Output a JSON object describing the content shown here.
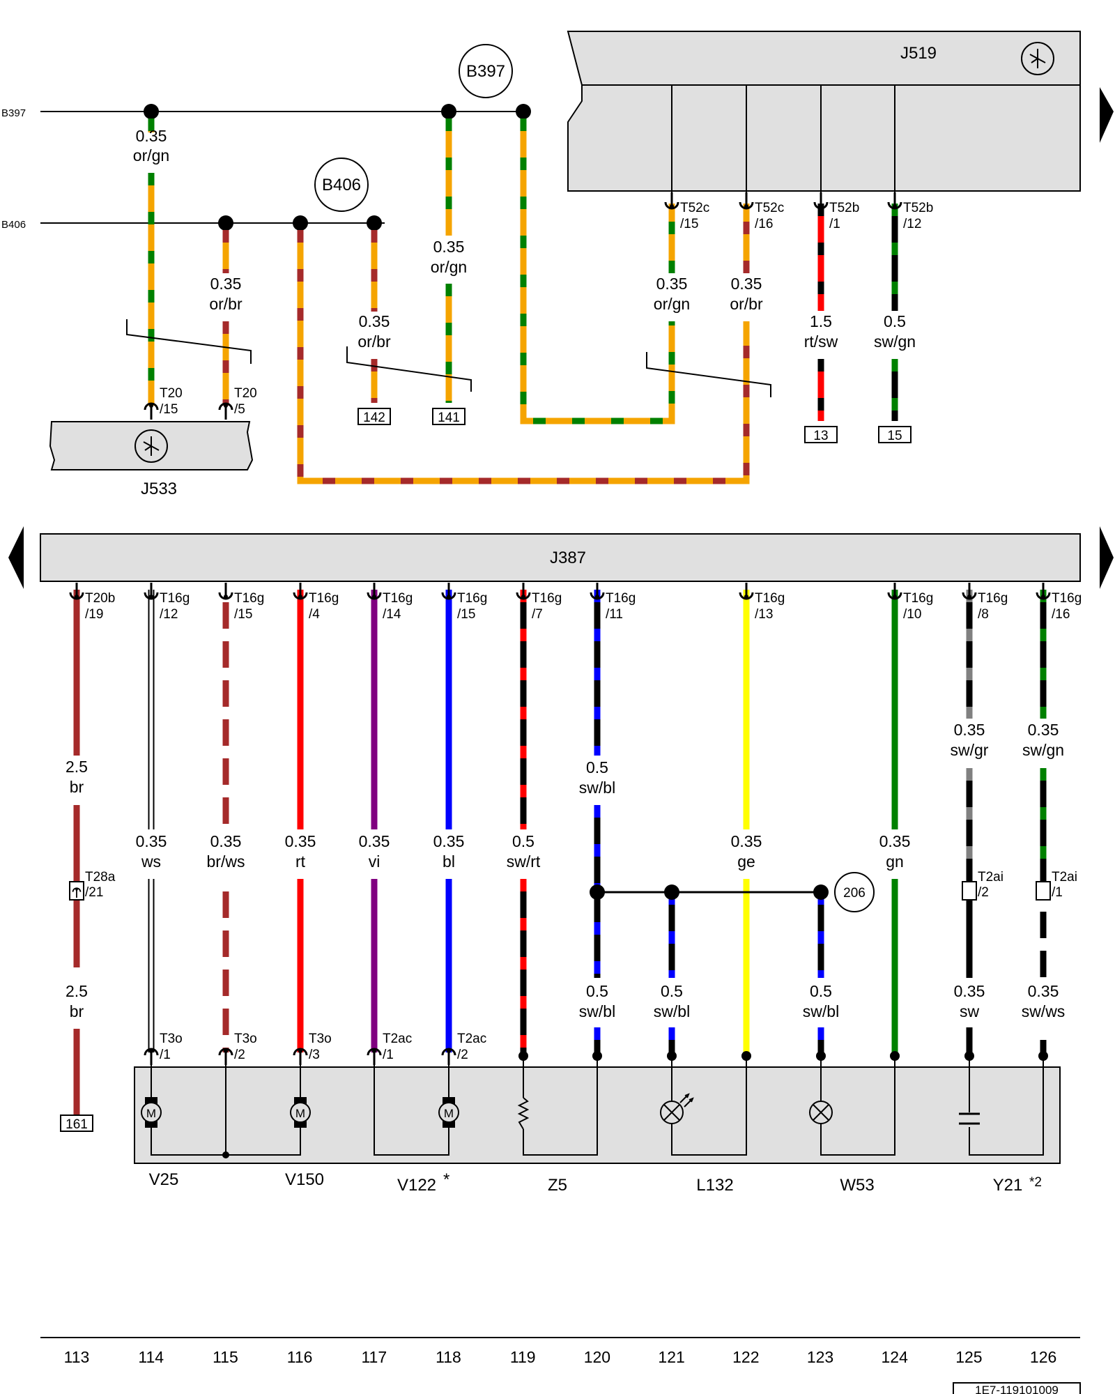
{
  "buses": [
    {
      "name": "B397"
    },
    {
      "name": "B406"
    }
  ],
  "components": {
    "j519": "J519",
    "j533": "J533",
    "j387": "J387",
    "v25": "V25",
    "v150": "V150",
    "v122": "V122",
    "v122_note": "*",
    "z5": "Z5",
    "l132": "L132",
    "w53": "W53",
    "y21": "Y21",
    "y21_note": "*2",
    "motor_symbol": "M"
  },
  "connections": {
    "c206": "206"
  },
  "upper_wires": [
    {
      "id": "u1",
      "size": "0.35",
      "color_code": "or/gn",
      "from": "B397",
      "to": "T20/15",
      "colors": [
        "#f5a400",
        "#008000"
      ]
    },
    {
      "id": "u2",
      "size": "0.35",
      "color_code": "or/br",
      "from": "B406",
      "to": "T20/5",
      "colors": [
        "#f5a400",
        "#a52a2a"
      ]
    },
    {
      "id": "u3",
      "size": "0.35",
      "color_code": "or/br",
      "from": "B406",
      "to": "142",
      "colors": [
        "#f5a400",
        "#a52a2a"
      ]
    },
    {
      "id": "u4",
      "size": "0.35",
      "color_code": "or/gn",
      "from": "B397",
      "to": "141",
      "colors": [
        "#f5a400",
        "#008000"
      ]
    },
    {
      "id": "u5",
      "size": "0.35",
      "color_code": "or/gn",
      "from": "T52c/15",
      "to": "B397",
      "colors": [
        "#f5a400",
        "#008000"
      ]
    },
    {
      "id": "u6",
      "size": "0.35",
      "color_code": "or/br",
      "from": "T52c/16",
      "to": "B406",
      "colors": [
        "#f5a400",
        "#a52a2a"
      ]
    },
    {
      "id": "u7",
      "size": "1.5",
      "color_code": "rt/sw",
      "from": "T52b/1",
      "to": "13",
      "colors": [
        "#ff0000",
        "#000000"
      ]
    },
    {
      "id": "u8",
      "size": "0.5",
      "color_code": "sw/gn",
      "from": "T52b/12",
      "to": "15",
      "colors": [
        "#000000",
        "#008000"
      ]
    }
  ],
  "upper_pins": {
    "t20_15": {
      "conn": "T20",
      "pin": "/15"
    },
    "t20_5": {
      "conn": "T20",
      "pin": "/5"
    },
    "t52c_15": {
      "conn": "T52c",
      "pin": "/15"
    },
    "t52c_16": {
      "conn": "T52c",
      "pin": "/16"
    },
    "t52b_1": {
      "conn": "T52b",
      "pin": "/1"
    },
    "t52b_12": {
      "conn": "T52b",
      "pin": "/12"
    }
  },
  "refs": {
    "r142": "142",
    "r141": "141",
    "r13": "13",
    "r15": "15",
    "r161": "161"
  },
  "lower_wires": [
    {
      "id": "w113",
      "conn": "T20b",
      "pin": "/19",
      "sizes": [
        "2.5",
        "2.5"
      ],
      "codes": [
        "br",
        "br"
      ],
      "colors": [
        "#a52a2a"
      ]
    },
    {
      "id": "w114",
      "conn": "T16g",
      "pin": "/12",
      "sizes": [
        "0.35"
      ],
      "codes": [
        "ws"
      ],
      "colors": [
        "#ffffff"
      ],
      "dest_conn": "T3o",
      "dest_pin": "/1"
    },
    {
      "id": "w115",
      "conn": "T16g",
      "pin": "/15",
      "sizes": [
        "0.35"
      ],
      "codes": [
        "br/ws"
      ],
      "colors": [
        "#a52a2a",
        "#ffffff"
      ],
      "dest_conn": "T3o",
      "dest_pin": "/2"
    },
    {
      "id": "w116",
      "conn": "T16g",
      "pin": "/4",
      "sizes": [
        "0.35"
      ],
      "codes": [
        "rt"
      ],
      "colors": [
        "#ff0000"
      ],
      "dest_conn": "T3o",
      "dest_pin": "/3"
    },
    {
      "id": "w117",
      "conn": "T16g",
      "pin": "/14",
      "sizes": [
        "0.35"
      ],
      "codes": [
        "vi"
      ],
      "colors": [
        "#800080"
      ],
      "dest_conn": "T2ac",
      "dest_pin": "/1"
    },
    {
      "id": "w118",
      "conn": "T16g",
      "pin": "/15",
      "sizes": [
        "0.35"
      ],
      "codes": [
        "bl"
      ],
      "colors": [
        "#0000ff"
      ],
      "dest_conn": "T2ac",
      "dest_pin": "/2"
    },
    {
      "id": "w119",
      "conn": "T16g",
      "pin": "/7",
      "sizes": [
        "0.5"
      ],
      "codes": [
        "sw/rt"
      ],
      "colors": [
        "#000000",
        "#ff0000"
      ]
    },
    {
      "id": "w120",
      "conn": "T16g",
      "pin": "/11",
      "sizes": [
        "0.5",
        "0.5"
      ],
      "codes": [
        "sw/bl",
        "sw/bl"
      ],
      "colors": [
        "#000000",
        "#0000ff"
      ]
    },
    {
      "id": "w121",
      "sizes": [
        "0.5"
      ],
      "codes": [
        "sw/bl"
      ],
      "colors": [
        "#000000",
        "#0000ff"
      ]
    },
    {
      "id": "w122",
      "conn": "T16g",
      "pin": "/13",
      "sizes": [
        "0.35"
      ],
      "codes": [
        "ge"
      ],
      "colors": [
        "#ffff00"
      ]
    },
    {
      "id": "w123",
      "sizes": [
        "0.5"
      ],
      "codes": [
        "sw/bl"
      ],
      "colors": [
        "#000000",
        "#0000ff"
      ]
    },
    {
      "id": "w124",
      "conn": "T16g",
      "pin": "/10",
      "sizes": [
        "0.35"
      ],
      "codes": [
        "gn"
      ],
      "colors": [
        "#008000"
      ]
    },
    {
      "id": "w125",
      "conn": "T16g",
      "pin": "/8",
      "sizes": [
        "0.35",
        "0.35"
      ],
      "codes": [
        "sw/gr",
        "sw"
      ],
      "colors": [
        "#000000",
        "#808080"
      ],
      "mid_conn": "T2ai",
      "mid_pin": "/2"
    },
    {
      "id": "w126",
      "conn": "T16g",
      "pin": "/16",
      "sizes": [
        "0.35",
        "0.35"
      ],
      "codes": [
        "sw/gn",
        "sw/ws"
      ],
      "colors": [
        "#000000",
        "#008000"
      ],
      "mid_conn": "T2ai",
      "mid_pin": "/1"
    }
  ],
  "w113_mid": {
    "conn": "T28a",
    "pin": "/21"
  },
  "column_numbers": [
    "113",
    "114",
    "115",
    "116",
    "117",
    "118",
    "119",
    "120",
    "121",
    "122",
    "123",
    "124",
    "125",
    "126"
  ],
  "drawing_id": "1E7-119101009"
}
